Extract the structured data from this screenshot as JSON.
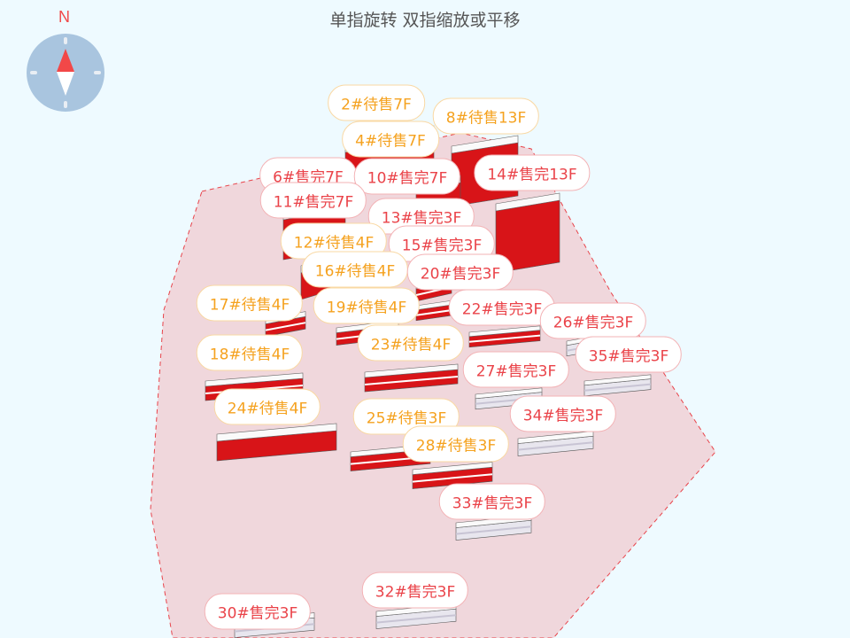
{
  "hint": "单指旋转 双指缩放或平移",
  "compass": {
    "north_label": "N",
    "icon": "compass-icon"
  },
  "colors": {
    "for_sale": "#f5a21f",
    "sold_out": "#ea4349",
    "site": "#f0d7dc",
    "background": "#eefaff"
  },
  "buildings": [
    {
      "label": "2#待售7F",
      "status": "sale"
    },
    {
      "label": "8#待售13F",
      "status": "sale"
    },
    {
      "label": "4#待售7F",
      "status": "sale"
    },
    {
      "label": "6#售完7F",
      "status": "sold"
    },
    {
      "label": "10#售完7F",
      "status": "sold"
    },
    {
      "label": "14#售完13F",
      "status": "sold"
    },
    {
      "label": "11#售完7F",
      "status": "sold"
    },
    {
      "label": "13#售完3F",
      "status": "sold"
    },
    {
      "label": "12#待售4F",
      "status": "sale"
    },
    {
      "label": "15#售完3F",
      "status": "sold"
    },
    {
      "label": "16#待售4F",
      "status": "sale"
    },
    {
      "label": "20#售完3F",
      "status": "sold"
    },
    {
      "label": "17#待售4F",
      "status": "sale"
    },
    {
      "label": "19#待售4F",
      "status": "sale"
    },
    {
      "label": "22#售完3F",
      "status": "sold"
    },
    {
      "label": "26#售完3F",
      "status": "sold"
    },
    {
      "label": "35#售完3F",
      "status": "sold"
    },
    {
      "label": "18#待售4F",
      "status": "sale"
    },
    {
      "label": "23#待售4F",
      "status": "sale"
    },
    {
      "label": "27#售完3F",
      "status": "sold"
    },
    {
      "label": "24#待售4F",
      "status": "sale"
    },
    {
      "label": "25#待售3F",
      "status": "sale"
    },
    {
      "label": "34#售完3F",
      "status": "sold"
    },
    {
      "label": "28#待售3F",
      "status": "sale"
    },
    {
      "label": "33#售完3F",
      "status": "sold"
    },
    {
      "label": "32#售完3F",
      "status": "sold"
    },
    {
      "label": "30#售完3F",
      "status": "sold"
    }
  ]
}
